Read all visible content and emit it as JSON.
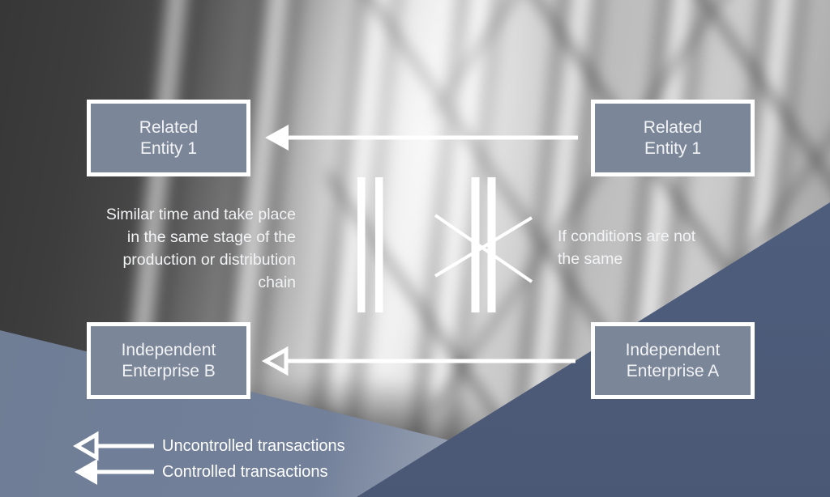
{
  "colors": {
    "box_fill": "#7b8698",
    "box_border": "#ffffff",
    "dark_triangle": "#4d5c7a",
    "light_overlay": "#6e7c94",
    "connector": "#ffffff",
    "text": "#f2f3f5"
  },
  "nodes": [
    {
      "id": "related-entity-1-left",
      "lines": [
        "Related",
        "Entity 1"
      ]
    },
    {
      "id": "related-entity-1-right",
      "lines": [
        "Related",
        "Entity 1"
      ]
    },
    {
      "id": "independent-enterprise-b",
      "lines": [
        "Independent",
        "Enterprise B"
      ]
    },
    {
      "id": "independent-enterprise-a",
      "lines": [
        "Independent",
        "Enterprise A"
      ]
    }
  ],
  "notes": {
    "comparability": {
      "lines": [
        "Similar time and take place",
        "in the same stage of the",
        "production or distribution",
        "chain"
      ]
    },
    "condition": {
      "lines": [
        "If conditions are not",
        "the same"
      ]
    }
  },
  "symbols": {
    "equal": "parallel-bars-icon",
    "not_equal": "crossed-parallel-bars-icon"
  },
  "legend": {
    "items": [
      {
        "icon": "open-arrow-icon",
        "label": "Uncontrolled transactions"
      },
      {
        "icon": "filled-arrow-icon",
        "label": "Controlled transactions"
      }
    ]
  }
}
